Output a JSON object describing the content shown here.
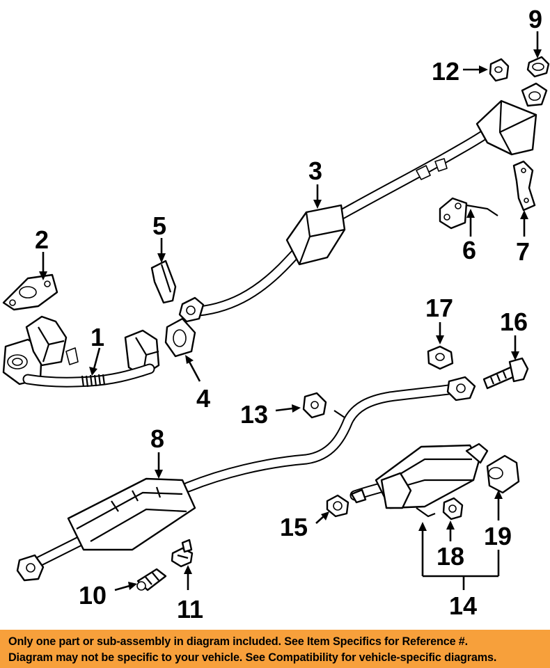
{
  "diagram": {
    "callouts": [
      "1",
      "2",
      "3",
      "4",
      "5",
      "6",
      "7",
      "8",
      "9",
      "10",
      "11",
      "12",
      "13",
      "14",
      "15",
      "16",
      "17",
      "18",
      "19"
    ]
  },
  "notice": {
    "background": "#f7a03b",
    "line1": "Only one part or sub-assembly in diagram included. See Item Specifics for Reference #.",
    "line2": "Diagram may not be specific to your vehicle. See Compatibility for vehicle-specific diagrams."
  }
}
